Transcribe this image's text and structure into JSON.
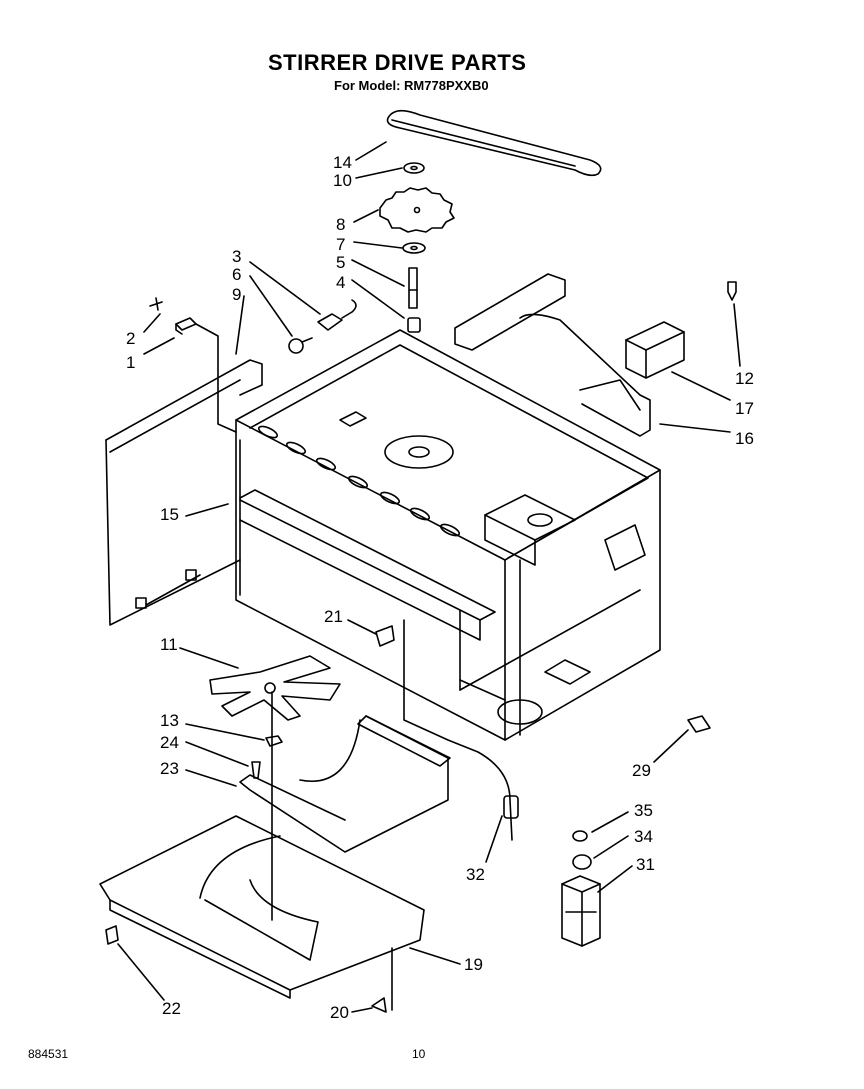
{
  "title": "STIRRER DRIVE PARTS",
  "subtitle": "For Model: RM778PXXB0",
  "footer": {
    "doc_number": "884531",
    "page_number": "10"
  },
  "callouts": [
    {
      "id": "c14",
      "text": "14"
    },
    {
      "id": "c10",
      "text": "10"
    },
    {
      "id": "c8",
      "text": "8"
    },
    {
      "id": "c7",
      "text": "7"
    },
    {
      "id": "c5",
      "text": "5"
    },
    {
      "id": "c4",
      "text": "4"
    },
    {
      "id": "c3",
      "text": "3"
    },
    {
      "id": "c6",
      "text": "6"
    },
    {
      "id": "c9",
      "text": "9"
    },
    {
      "id": "c2",
      "text": "2"
    },
    {
      "id": "c1",
      "text": "1"
    },
    {
      "id": "c12",
      "text": "12"
    },
    {
      "id": "c17",
      "text": "17"
    },
    {
      "id": "c16",
      "text": "16"
    },
    {
      "id": "c15",
      "text": "15"
    },
    {
      "id": "c21",
      "text": "21"
    },
    {
      "id": "c11",
      "text": "11"
    },
    {
      "id": "c13",
      "text": "13"
    },
    {
      "id": "c24",
      "text": "24"
    },
    {
      "id": "c23",
      "text": "23"
    },
    {
      "id": "c29",
      "text": "29"
    },
    {
      "id": "c35",
      "text": "35"
    },
    {
      "id": "c34",
      "text": "34"
    },
    {
      "id": "c31",
      "text": "31"
    },
    {
      "id": "c32",
      "text": "32"
    },
    {
      "id": "c19",
      "text": "19"
    },
    {
      "id": "c22",
      "text": "22"
    },
    {
      "id": "c20",
      "text": "20"
    }
  ]
}
